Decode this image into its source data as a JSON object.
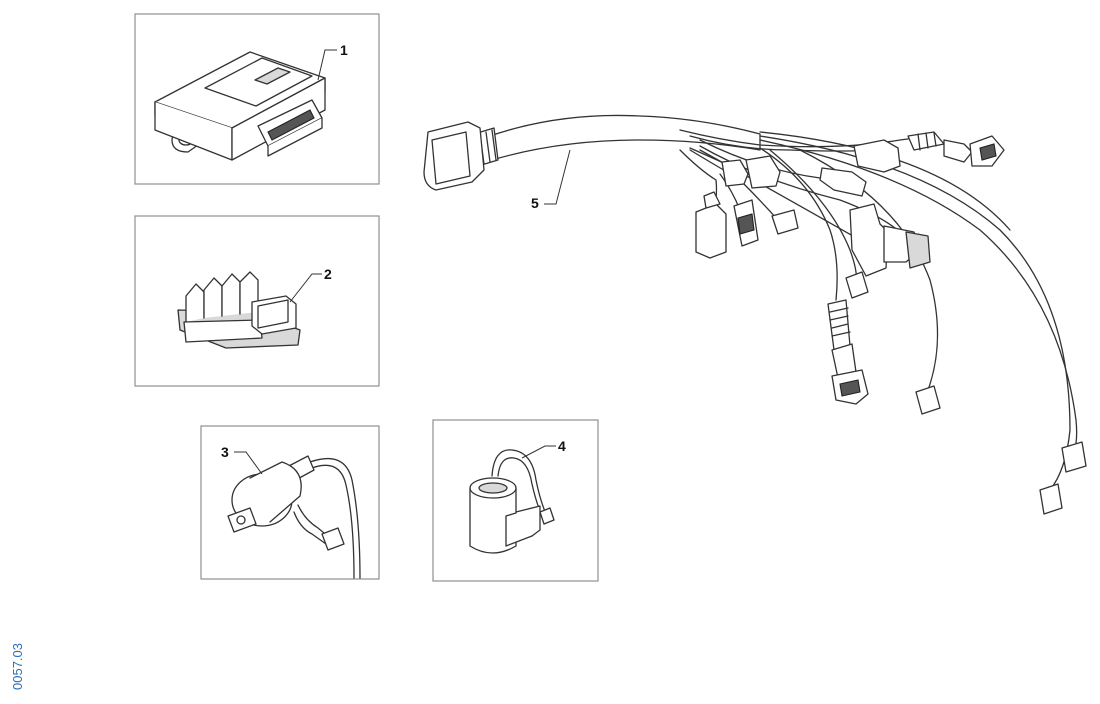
{
  "diagram": {
    "callouts": {
      "c1": "1",
      "c2": "2",
      "c3": "3",
      "c4": "4",
      "c5": "5"
    },
    "reference_code": "0057.03",
    "colors": {
      "line": "#333333",
      "frame": "#8f8f8f",
      "reference_code": "#2e6db4"
    }
  }
}
